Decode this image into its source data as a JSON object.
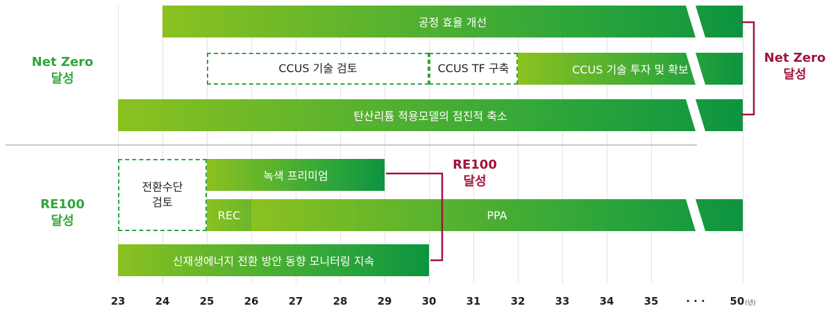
{
  "chart_data": {
    "type": "gantt",
    "x_ticks": [
      "23",
      "24",
      "25",
      "26",
      "27",
      "28",
      "29",
      "30",
      "31",
      "32",
      "33",
      "34",
      "35",
      "· · ·",
      "50"
    ],
    "x_unit": "(년)",
    "groups": [
      {
        "label": "Net Zero\n달성",
        "goal_label": "Net Zero\n달성",
        "rows": [
          [
            {
              "text": "공정 효율 개선",
              "start": "24",
              "end": "50",
              "style": "solid"
            }
          ],
          [
            {
              "text": "CCUS 기술 검토",
              "start": "25",
              "end": "30",
              "style": "dashed"
            },
            {
              "text": "CCUS TF 구축",
              "start": "30",
              "end": "32",
              "style": "dashed"
            },
            {
              "text": "CCUS 기술 투자 및 확보",
              "start": "32",
              "end": "50",
              "style": "solid"
            }
          ],
          [
            {
              "text": "탄산리튬 적용모델의 점진적 축소",
              "start": "23",
              "end": "50",
              "style": "solid"
            }
          ]
        ]
      },
      {
        "label": "RE100\n달성",
        "goal_label": "RE100\n달성",
        "rows": [
          [
            {
              "text": "전환수단\n검토",
              "start": "23",
              "end": "25",
              "style": "dashed",
              "span_rows": 2
            },
            {
              "text": "녹색 프리미엄",
              "start": "25",
              "end": "29",
              "style": "solid"
            }
          ],
          [
            {
              "text": "REC",
              "start": "25",
              "end": "26",
              "style": "solid"
            },
            {
              "text": "PPA",
              "start": "26",
              "end": "50",
              "style": "solid"
            }
          ],
          [
            {
              "text": "신재생에너지 전환 방안 동향 모니터링 지속",
              "start": "23",
              "end": "30",
              "style": "solid"
            }
          ]
        ]
      }
    ]
  }
}
